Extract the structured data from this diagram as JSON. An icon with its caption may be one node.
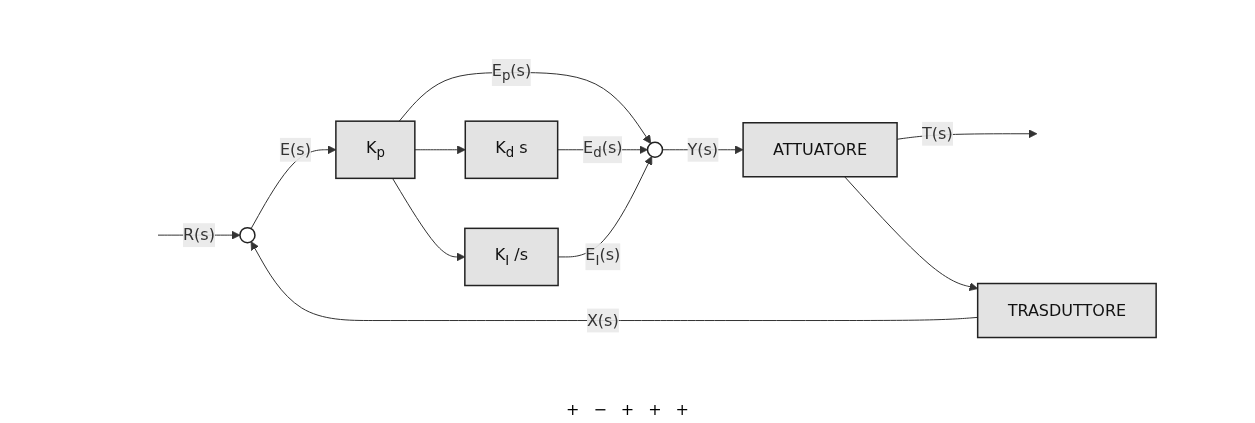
{
  "diagram": {
    "nodes": [
      {
        "text": [],
        "shape": "circle"
      },
      {
        "text": [
          "K$_{p}$"
        ]
      },
      {
        "text": [
          "K$_{d}$ s"
        ]
      },
      {
        "text": [
          "K$_{I}$ /s"
        ]
      },
      {
        "text": [],
        "shape": "circle"
      },
      {
        "text": [
          "ATTUATORE"
        ]
      },
      {
        "text": [
          "TRASDUTTORE"
        ]
      }
    ],
    "edges": [
      {
        "from": null,
        "to": 0,
        "arrow": "to",
        "label": "R(s)"
      },
      {
        "from": 0,
        "to": 1,
        "arrow": "to",
        "label": "E(s)"
      },
      {
        "from": 1,
        "to": 2,
        "arrow": "to"
      },
      {
        "from": 1,
        "to": 4,
        "arrow": "to",
        "label": "E$_{p}$(s)"
      },
      {
        "from": 1,
        "to": 3,
        "arrow": "to"
      },
      {
        "from": 2,
        "to": 4,
        "arrow": "to",
        "label": "E$_{d}$(s)"
      },
      {
        "from": 3,
        "to": 4,
        "arrow": "to",
        "label": "E$_{I}$(s)"
      },
      {
        "from": 4,
        "to": 5,
        "arrow": "to",
        "label": "Y(s)"
      },
      {
        "from": 5,
        "to": null,
        "arrow": "to",
        "label": "T(s)"
      },
      {
        "from": 5,
        "to": 6,
        "arrow": "to"
      },
      {
        "from": 6,
        "to": 0,
        "arrow": "to",
        "label": "X(s)"
      }
    ],
    "labels": [
      "+",
      "−",
      "+",
      "+",
      "+"
    ]
  }
}
